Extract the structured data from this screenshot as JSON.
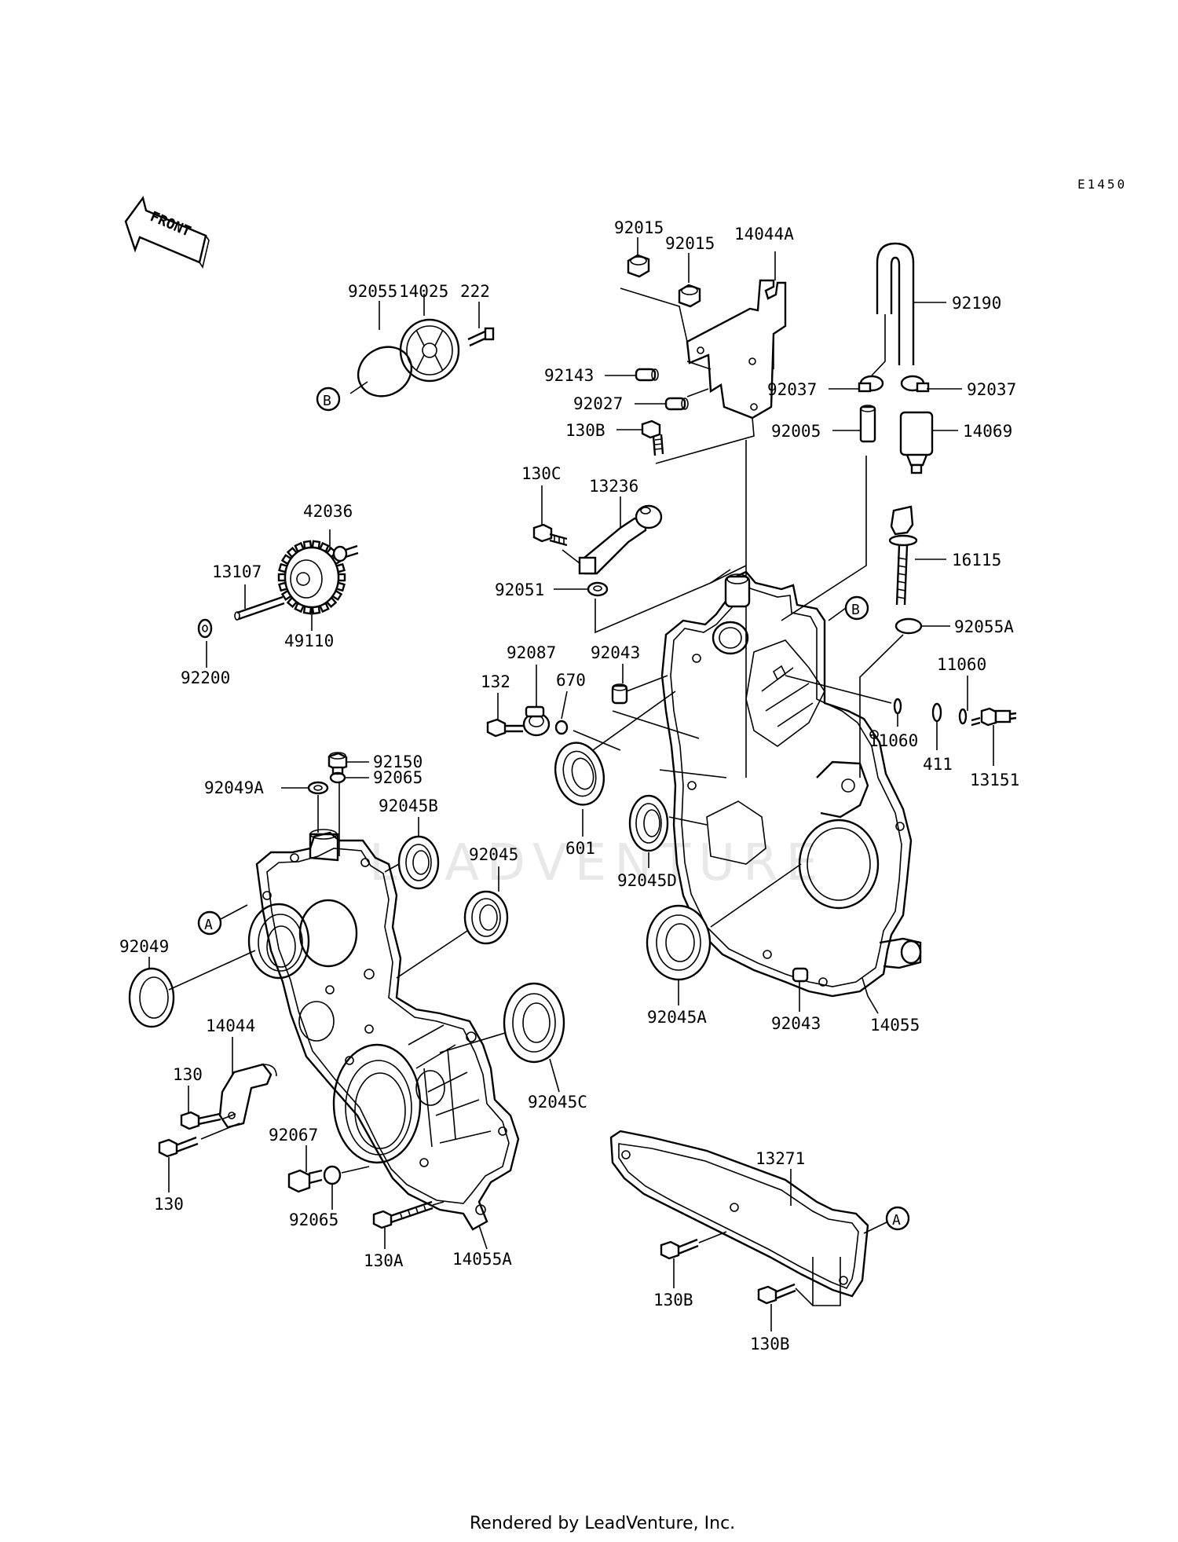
{
  "diagram_code": "E1450",
  "front_label": "FRONT",
  "watermark": "LEADVENTURE",
  "footer": "Rendered by LeadVenture, Inc.",
  "callouts": {
    "A1": "A",
    "A2": "A",
    "B1": "B",
    "B2": "B"
  },
  "labels": {
    "p14025": "14025",
    "p92055": "92055",
    "p222": "222",
    "p92015a": "92015",
    "p92015b": "92015",
    "p14044A": "14044A",
    "p92190": "92190",
    "p92143": "92143",
    "p92027": "92027",
    "p130B_top": "130B",
    "p92037a": "92037",
    "p92037b": "92037",
    "p92005": "92005",
    "p14069": "14069",
    "p130C": "130C",
    "p13236": "13236",
    "p42036": "42036",
    "p13107": "13107",
    "p49110": "49110",
    "p92200": "92200",
    "p16115": "16115",
    "p92051": "92051",
    "p92055A": "92055A",
    "p92043_top": "92043",
    "p92087": "92087",
    "p670": "670",
    "p132": "132",
    "p11060a": "11060",
    "p11060b": "11060",
    "p411": "411",
    "p13151": "13151",
    "p601": "601",
    "p92150": "92150",
    "p92065_top": "92065",
    "p92049A": "92049A",
    "p92045B": "92045B",
    "p92045": "92045",
    "p92045D": "92045D",
    "p92049": "92049",
    "p92045A": "92045A",
    "p92043_bot": "92043",
    "p14055": "14055",
    "p14044": "14044",
    "p130_a": "130",
    "p130_b": "130",
    "p92045C": "92045C",
    "p92067": "92067",
    "p92065_bot": "92065",
    "p130A": "130A",
    "p14055A": "14055A",
    "p13271": "13271",
    "p130B_b1": "130B",
    "p130B_b2": "130B"
  }
}
